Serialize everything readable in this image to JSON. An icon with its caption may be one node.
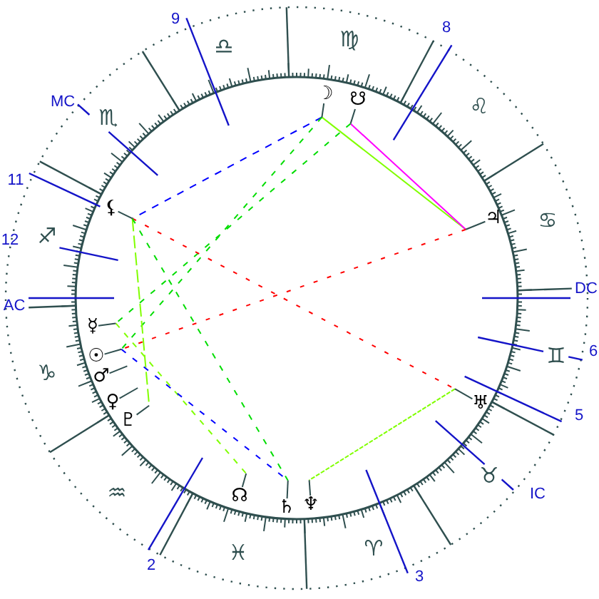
{
  "diagram": {
    "nodes": [
      {
        "text": [
          "☽"
        ]
      },
      {
        "text": [
          "☋"
        ]
      },
      {
        "text": [
          "⚸"
        ]
      },
      {
        "text": [
          "♃"
        ]
      },
      {
        "text": [
          "☿"
        ]
      },
      {
        "text": [
          "☉"
        ]
      },
      {
        "text": [
          "♂"
        ]
      },
      {
        "text": [
          "♀"
        ]
      },
      {
        "text": [
          "♅"
        ]
      },
      {
        "text": [
          "♇"
        ]
      },
      {
        "text": [
          "☊"
        ]
      },
      {
        "text": [
          "♄"
        ]
      },
      {
        "text": [
          "♆"
        ]
      }
    ],
    "edges": [
      {
        "from": 0,
        "to": 3,
        "arrow": "none",
        "color": "#80ff00"
      },
      {
        "from": 1,
        "to": 3,
        "arrow": "none",
        "color": "#ff00ff"
      },
      {
        "from": 0,
        "to": 2,
        "arrow": "none",
        "style": "dashed",
        "color": "#0000ff"
      },
      {
        "from": 0,
        "to": 5,
        "arrow": "none",
        "style": "dashed",
        "color": "#00dd00"
      },
      {
        "from": 1,
        "to": 4,
        "arrow": "none",
        "style": "dashed",
        "color": "#00dd00"
      },
      {
        "from": 2,
        "to": 8,
        "arrow": "none",
        "style": "dashed",
        "color": "#ff0000"
      },
      {
        "from": 3,
        "to": 5,
        "arrow": "none",
        "style": "dashed",
        "color": "#ff0000"
      },
      {
        "from": 2,
        "to": 9,
        "arrow": "none",
        "style": "dashed",
        "color": "#80ff00"
      },
      {
        "from": 2,
        "to": 11,
        "arrow": "none",
        "style": "dashed",
        "color": "#00dd00"
      },
      {
        "from": 4,
        "to": 10,
        "arrow": "none",
        "style": "dashed",
        "color": "#80ff00"
      },
      {
        "from": 5,
        "to": 11,
        "arrow": "none",
        "style": "dashed",
        "color": "#0000ff"
      },
      {
        "from": 8,
        "to": 12,
        "arrow": "none",
        "style": "dashed",
        "color": "#80ff00"
      },
      {
        "from": 0,
        "to": null,
        "arrow": "none",
        "color": "#2f4f4f"
      },
      {
        "from": 1,
        "to": null,
        "arrow": "none",
        "color": "#2f4f4f"
      },
      {
        "from": 2,
        "to": null,
        "arrow": "none",
        "color": "#2f4f4f"
      },
      {
        "from": 3,
        "to": null,
        "arrow": "none",
        "color": "#2f4f4f"
      },
      {
        "from": 4,
        "to": null,
        "arrow": "none",
        "color": "#2f4f4f"
      },
      {
        "from": 5,
        "to": null,
        "arrow": "none",
        "color": "#2f4f4f"
      },
      {
        "from": 6,
        "to": null,
        "arrow": "none",
        "color": "#2f4f4f"
      },
      {
        "from": 7,
        "to": null,
        "arrow": "none",
        "color": "#2f4f4f"
      },
      {
        "from": 8,
        "to": null,
        "arrow": "none",
        "color": "#2f4f4f"
      },
      {
        "from": 9,
        "to": null,
        "arrow": "none",
        "color": "#2f4f4f"
      },
      {
        "from": 10,
        "to": null,
        "arrow": "none",
        "color": "#2f4f4f"
      },
      {
        "from": 11,
        "to": null,
        "arrow": "none",
        "color": "#2f4f4f"
      },
      {
        "from": 12,
        "to": null,
        "arrow": "none",
        "color": "#2f4f4f"
      }
    ],
    "labels": [
      "9",
      "♎",
      "♍",
      "8",
      "MC",
      "♌",
      "♏",
      "11",
      "♋",
      "12",
      "♐",
      "AC",
      "DC",
      "♊",
      "6",
      "♑",
      "5",
      "♉",
      "♒",
      "IC",
      "♓",
      "♈",
      "2",
      "3"
    ]
  }
}
